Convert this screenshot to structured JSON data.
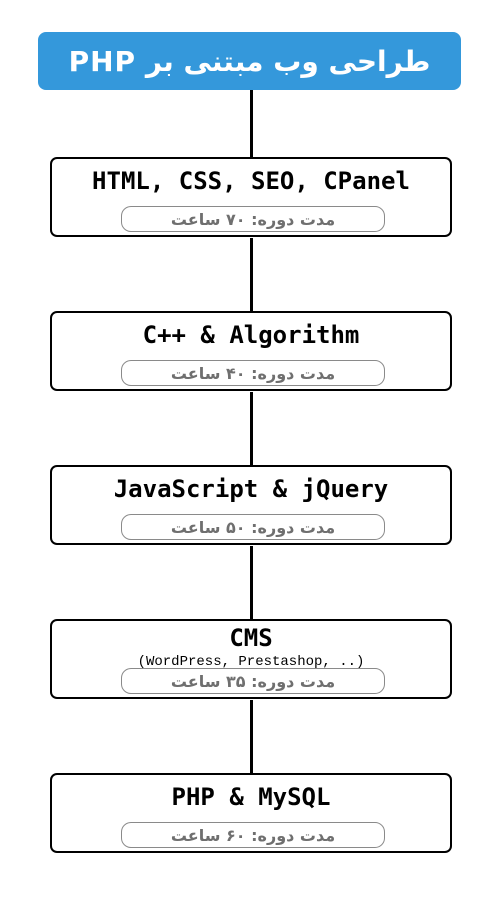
{
  "header": {
    "title": "طراحی وب مبتنی بر PHP",
    "color": "#3498db"
  },
  "courses": [
    {
      "title": "HTML, CSS, SEO, CPanel",
      "subtitle": "",
      "duration": "مدت دوره: ۷۰ ساعت"
    },
    {
      "title": "C++ & Algorithm",
      "subtitle": "",
      "duration": "مدت دوره: ۴۰ ساعت"
    },
    {
      "title": "JavaScript & jQuery",
      "subtitle": "",
      "duration": "مدت دوره: ۵۰ ساعت"
    },
    {
      "title": "CMS",
      "subtitle": "(WordPress, Prestashop, ..)",
      "duration": "مدت دوره: ۳۵ ساعت"
    },
    {
      "title": "PHP & MySQL",
      "subtitle": "",
      "duration": "مدت دوره: ۶۰ ساعت"
    }
  ]
}
